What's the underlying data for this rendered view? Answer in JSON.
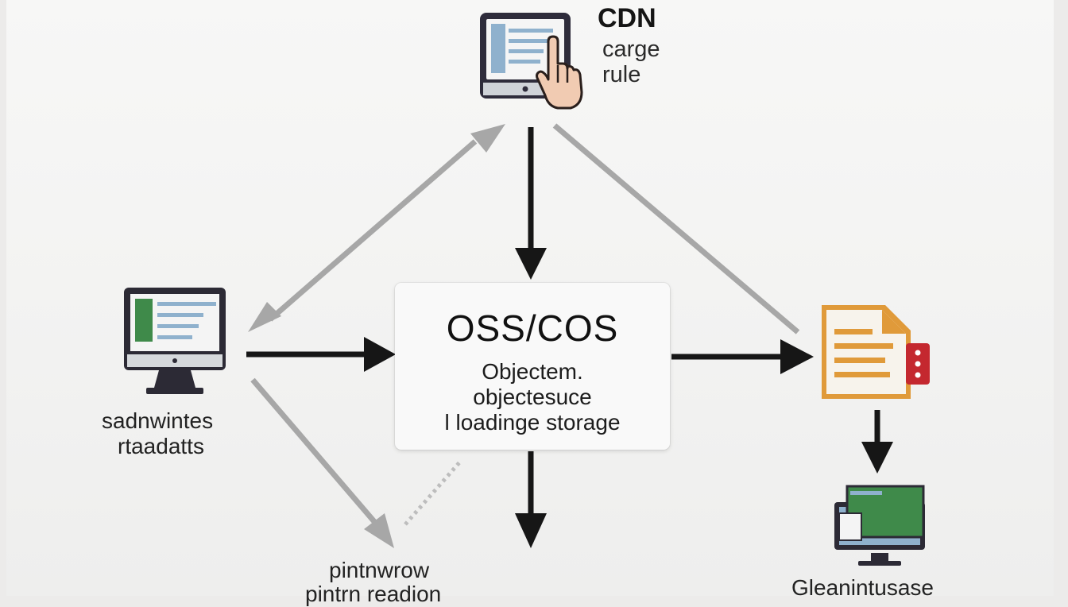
{
  "cdn": {
    "title": "CDN",
    "subtitle_line1": "carge",
    "subtitle_line2": "rule"
  },
  "oss": {
    "title": "OSS/COS",
    "line1": "Objectem.",
    "line2": "objectesuce",
    "line3": "l loadinge storage"
  },
  "left_node": {
    "line1": "sadnwintes",
    "line2": "rtaadatts"
  },
  "bottom_node": {
    "line1": "pintnwrow",
    "line2": "pintrn readion"
  },
  "right_node": {
    "line1": "Gleanintusase"
  },
  "colors": {
    "arrow_dark": "#161616",
    "arrow_gray": "#a7a7a7",
    "screen_blue": "#8fb1cd",
    "accent_green": "#3f8a4a",
    "doc_orange": "#e09a3a",
    "doc_red": "#c4282f",
    "hand_skin": "#f1cbb2"
  },
  "icons": [
    "tablet-touch-icon",
    "desktop-monitor-icon",
    "document-icon",
    "monitor-windows-icon"
  ]
}
